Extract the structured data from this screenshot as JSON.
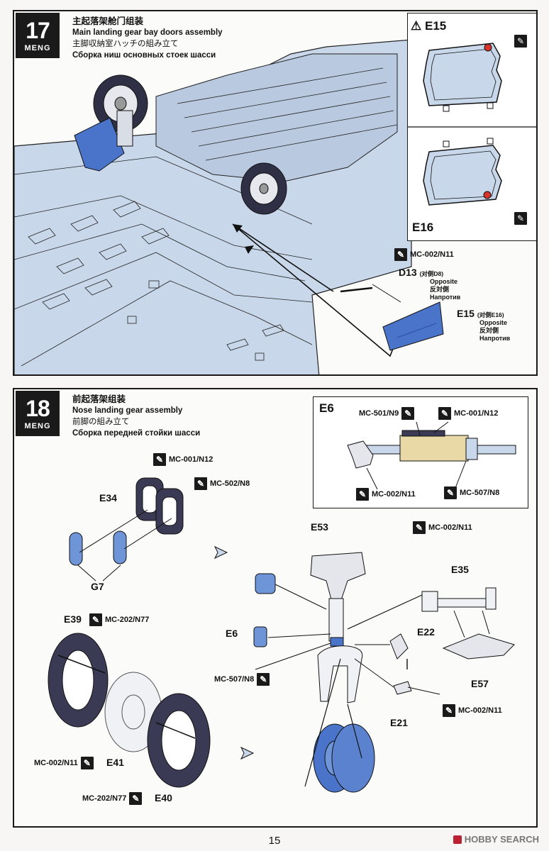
{
  "step17": {
    "number": "17",
    "brand": "MENG",
    "title_zh": "主起落架舱门组装",
    "title_en": "Main landing gear bay doors assembly",
    "title_ja": "主脚収納室ハッチの組み立て",
    "title_ru": "Сборка ниш основных стоек шасси",
    "inset_top_label": "E15",
    "inset_bottom_label": "E16",
    "paint1": "MC-002/N11",
    "d13": "D13",
    "d13_sub": "(对側D8)",
    "e15": "E15",
    "e15_sub": "(对側E16)",
    "opposite_en": "Opposite",
    "opposite_ja": "反対側",
    "opposite_ru": "Напротив"
  },
  "step18": {
    "number": "18",
    "brand": "MENG",
    "title_zh": "前起落架组装",
    "title_en": "Nose landing gear assembly",
    "title_ja": "前脚の組み立て",
    "title_ru": "Сборка передней стойки шасси",
    "e6_inset": {
      "label": "E6",
      "paint_a": "MC-501/N9",
      "paint_b": "MC-001/N12",
      "paint_c": "MC-002/N11",
      "paint_d": "MC-507/N8"
    },
    "e34": "E34",
    "e34_paint_a": "MC-001/N12",
    "e34_paint_b": "MC-502/N8",
    "g7": "G7",
    "e53": "E53",
    "e53_paint": "MC-002/N11",
    "e35": "E35",
    "e6": "E6",
    "e22": "E22",
    "e57": "E57",
    "e21": "E21",
    "mc507": "MC-507/N8",
    "mc002_right": "MC-002/N11",
    "e39": "E39",
    "e39_paint": "MC-202/N77",
    "e41": "E41",
    "e41_paint": "MC-002/N11",
    "e40": "E40",
    "e40_paint": "MC-202/N77"
  },
  "footer": {
    "page_number": "15",
    "watermark": "HOBBY SEARCH"
  },
  "colors": {
    "part_blue": "#c9d7ea",
    "accent_blue": "#4a74c9",
    "line": "#1a1a1a",
    "tire": "#3b3a55",
    "tan": "#e9d9a6"
  }
}
